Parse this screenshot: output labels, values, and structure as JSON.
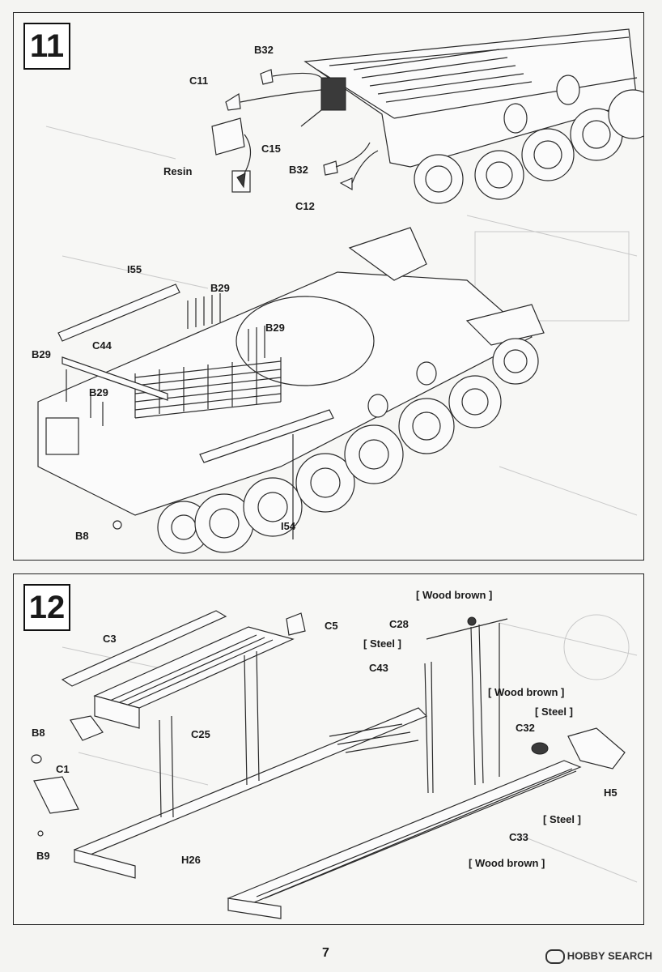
{
  "page_number": "7",
  "watermark": "HOBBY SEARCH",
  "step11": {
    "number": "11",
    "labels": {
      "B32a": "B32",
      "C11": "C11",
      "resin": "Resin",
      "C15": "C15",
      "B32b": "B32",
      "C12": "C12",
      "I55": "I55",
      "B29a": "B29",
      "B29b": "B29",
      "B29c": "B29",
      "C44": "C44",
      "B29d": "B29",
      "B8": "B8",
      "I54": "I54"
    }
  },
  "step12": {
    "number": "12",
    "labels": {
      "C3": "C3",
      "C5": "C5",
      "B8": "B8",
      "C25": "C25",
      "C1": "C1",
      "B9": "B9",
      "H26": "H26",
      "wood1": "[ Wood brown ]",
      "C28": "C28",
      "steel1": "[ Steel ]",
      "C43": "C43",
      "wood2": "[ Wood brown ]",
      "steel2": "[ Steel ]",
      "C32": "C32",
      "H5": "H5",
      "steel3": "[ Steel ]",
      "C33": "C33",
      "wood3": "[ Wood brown ]"
    }
  }
}
